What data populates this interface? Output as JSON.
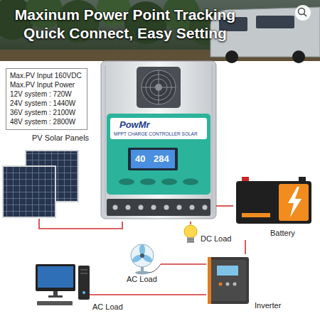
{
  "diagram": {
    "title": "Maxinum Power Point Tracking Quick Connect, Easy Setting",
    "nodes": [
      {
        "text": [
          "Max.PV Input 160VDC",
          "Max.PV Input Power",
          "12V system : 720W",
          "24V system : 1440W",
          "36V system : 2100W",
          "48V system : 2800W"
        ]
      },
      {
        "text": [
          "PV Solar Panels"
        ]
      },
      {
        "text": [
          "PowMr",
          "MPPT CHARGE CONTROLLER SOLAR",
          "40",
          "284"
        ]
      },
      {
        "text": [
          "Battery"
        ]
      },
      {
        "text": [
          "DC Load"
        ]
      },
      {
        "text": [
          "AC Load"
        ]
      },
      {
        "text": [
          "AC Load"
        ]
      },
      {
        "text": [
          "Inverter"
        ]
      }
    ],
    "edges": [
      {
        "from": 1,
        "to": 2,
        "arrow": "none"
      },
      {
        "from": 2,
        "to": 3,
        "arrow": "none"
      },
      {
        "from": 2,
        "to": 4,
        "arrow": "none"
      },
      {
        "from": 3,
        "to": 7,
        "arrow": "none"
      },
      {
        "from": 7,
        "to": 5,
        "arrow": "none"
      },
      {
        "from": 7,
        "to": 6,
        "arrow": "none"
      }
    ]
  }
}
